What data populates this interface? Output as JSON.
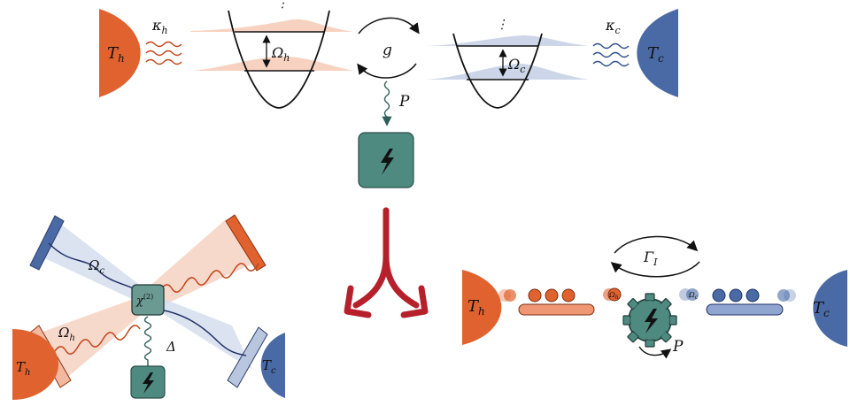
{
  "top": {
    "hot_bath": "T",
    "hot_bath_sub": "h",
    "cold_bath": "T",
    "cold_bath_sub": "c",
    "kappa_h": "κ",
    "kappa_h_sub": "h",
    "kappa_c": "κ",
    "kappa_c_sub": "c",
    "omega_h": "Ω",
    "omega_h_sub": "h",
    "omega_c": "Ω",
    "omega_c_sub": "c",
    "coupling": "g",
    "power": "P",
    "ellipsis": "⋮"
  },
  "bottom_left": {
    "omega_c": "Ω",
    "omega_c_sub": "c",
    "omega_h": "Ω",
    "omega_h_sub": "h",
    "chi": "χ",
    "chi_sup": "(2)",
    "delta": "Δ",
    "hot_bath": "T",
    "hot_bath_sub": "h",
    "cold_bath": "T",
    "cold_bath_sub": "c"
  },
  "bottom_right": {
    "hot_bath": "T",
    "hot_bath_sub": "h",
    "cold_bath": "T",
    "cold_bath_sub": "c",
    "gamma": "Γ",
    "gamma_sub": "I",
    "power": "P",
    "omega_h_small": "Ω",
    "omega_h_small_sub": "h",
    "omega_c_small": "Ω",
    "omega_c_small_sub": "c"
  },
  "colors": {
    "hot": "#e0622e",
    "hot_light": "#f2b9a0",
    "cold": "#4a6aa6",
    "cold_light": "#b8c6e0",
    "battery": "#4e8a80",
    "arrow_red": "#b5202b"
  }
}
